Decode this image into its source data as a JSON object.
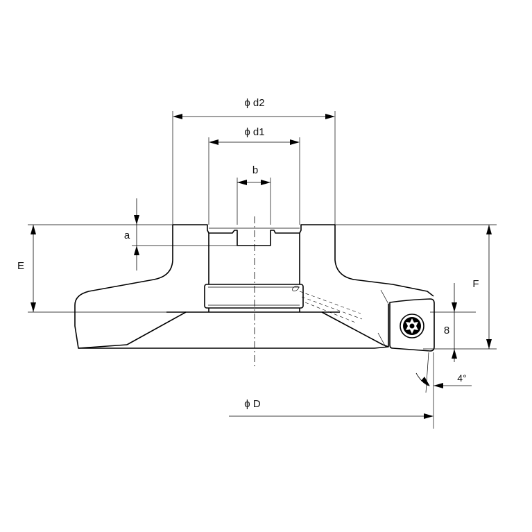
{
  "labels": {
    "phi_d2": "ϕ d2",
    "phi_d1": "ϕ d1",
    "b": "b",
    "a": "a",
    "E": "E",
    "F": "F",
    "eight": "8",
    "angle": "4°",
    "phi_D": "ϕ D"
  }
}
